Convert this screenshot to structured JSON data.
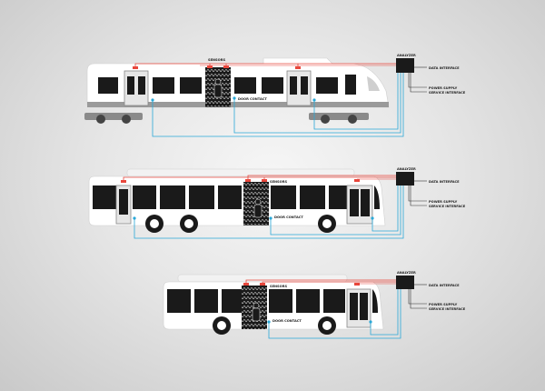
{
  "labels": {
    "sensors": "SENSORS",
    "door_contact": "DOOR CONTACT",
    "analyzer": "ANALYZER",
    "data_interface": "DATA INTERFACE",
    "power_supply": "POWER SUPPLY",
    "service_interface": "SERVICE INTERFACE"
  },
  "colors": {
    "data_line": "#e8473c",
    "sensor_line": "#2aa8d8",
    "analyzer": "#1a1a1a",
    "vehicle_body": "#ffffff",
    "windows": "#1a1a1a"
  },
  "vehicles": [
    {
      "type": "train"
    },
    {
      "type": "bus"
    },
    {
      "type": "bus"
    }
  ]
}
